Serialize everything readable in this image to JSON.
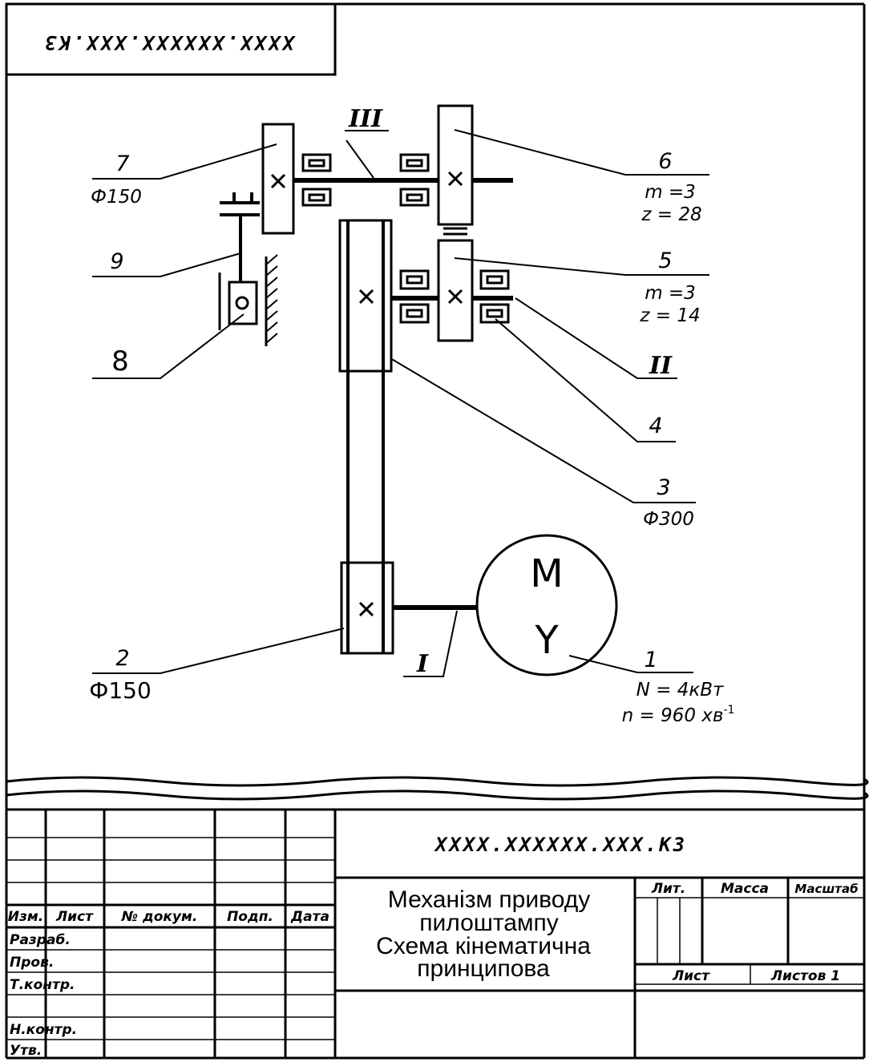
{
  "document_code": "XXXX.XXXXXX.XXX.K3",
  "stamp_code": "XXXX.XXXXXX.XXX.K3",
  "title_lines": [
    "Механізм приводу",
    "пилоштампу",
    "Схема кінематична",
    "принципова"
  ],
  "components": [
    {
      "num": "1",
      "spec": [
        "N = 4кВт",
        "n = 960 хв"
      ],
      "spec_sup": "-1"
    },
    {
      "num": "2",
      "spec": [
        "Ф150"
      ]
    },
    {
      "num": "3",
      "spec": [
        "Ф300"
      ]
    },
    {
      "num": "4",
      "spec": []
    },
    {
      "num": "5",
      "spec": [
        "m =3",
        "z = 14"
      ]
    },
    {
      "num": "6",
      "spec": [
        "m =3",
        "z = 28"
      ]
    },
    {
      "num": "7",
      "spec": [
        "Ф150"
      ]
    },
    {
      "num": "8",
      "spec": []
    },
    {
      "num": "9",
      "spec": []
    }
  ],
  "shafts": [
    "I",
    "II",
    "III"
  ],
  "motor_symbol": [
    "M",
    "Y"
  ],
  "title_block": {
    "columns": [
      "Изм.",
      "Лист",
      "№ докум.",
      "Подп.",
      "Дата"
    ],
    "rows": [
      "Разраб.",
      "Пров.",
      "Т.контр.",
      "Н.контр.",
      "Утв."
    ],
    "lit_label": "Лит.",
    "mass_label": "Масса",
    "scale_label": "Масштаб",
    "sheet_label": "Лист",
    "sheets_label": "Листов 1"
  }
}
